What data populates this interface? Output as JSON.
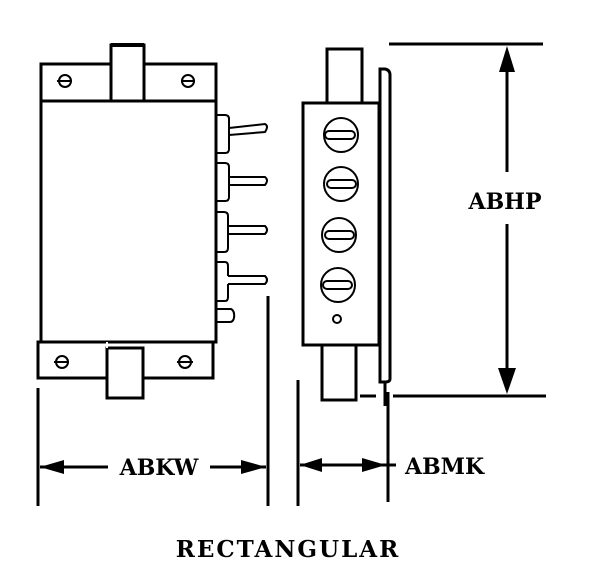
{
  "figure": {
    "caption": "RECTANGULAR",
    "colors": {
      "line": "#000000",
      "background": "#ffffff"
    }
  },
  "dimensions": {
    "height_label": "ABHP",
    "width_label": "ABKW",
    "depth_label": "ABMK"
  },
  "front_view": {
    "mounting_screws": 4,
    "terminals": 4
  },
  "side_view": {
    "adjustment_screws": 4,
    "indicator_holes": 1
  }
}
